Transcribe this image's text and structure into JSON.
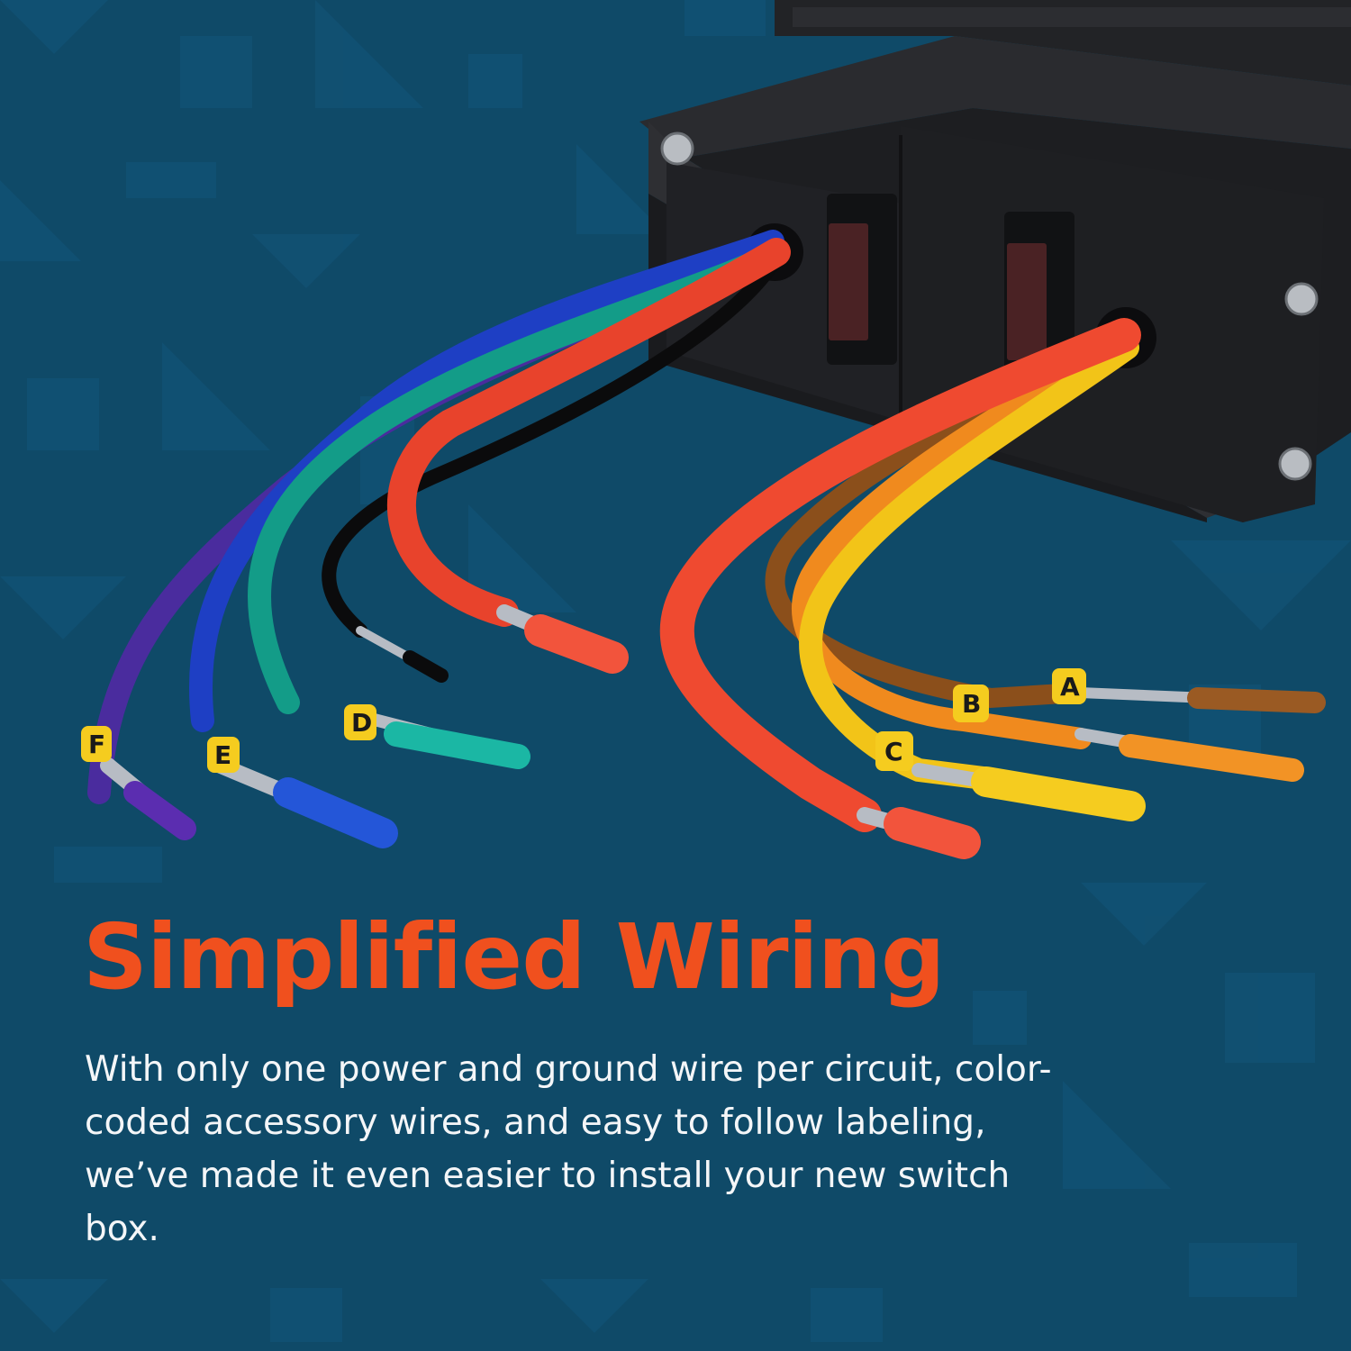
{
  "colors": {
    "background": "#0f4a68",
    "headline": "#f0501e",
    "body_text": "#f4f6f8"
  },
  "headline": "Simplified Wiring",
  "body": "With only one power and ground wire per circuit, color-coded accessory wires, and easy to follow labeling, we’ve made it even easier to install your new switch box.",
  "product": {
    "name": "switch box",
    "wire_labels": [
      "A",
      "B",
      "C",
      "D",
      "E",
      "F"
    ],
    "wire_colors": [
      "brown",
      "orange",
      "yellow",
      "green",
      "blue",
      "purple",
      "black",
      "red"
    ]
  }
}
